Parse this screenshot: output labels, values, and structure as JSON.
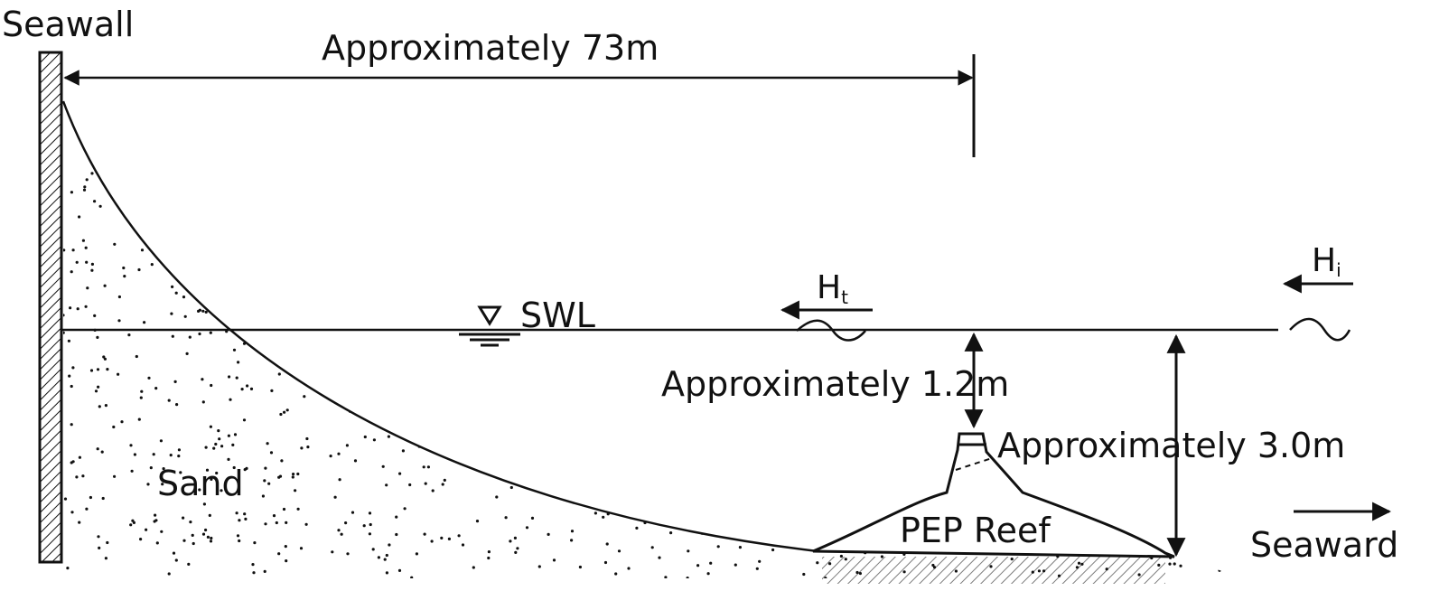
{
  "labels": {
    "seawall": "Seawall",
    "width_dim": "Approximately 73m",
    "swl": "SWL",
    "ht_main": "H",
    "ht_sub": "t",
    "hi_main": "H",
    "hi_sub": "i",
    "crest_depth": "Approximately 1.2m",
    "total_depth": "Approximately 3.0m",
    "sand": "Sand",
    "reef": "PEP Reef",
    "seaward": "Seaward"
  },
  "colors": {
    "ink": "#111111",
    "background": "#ffffff"
  }
}
